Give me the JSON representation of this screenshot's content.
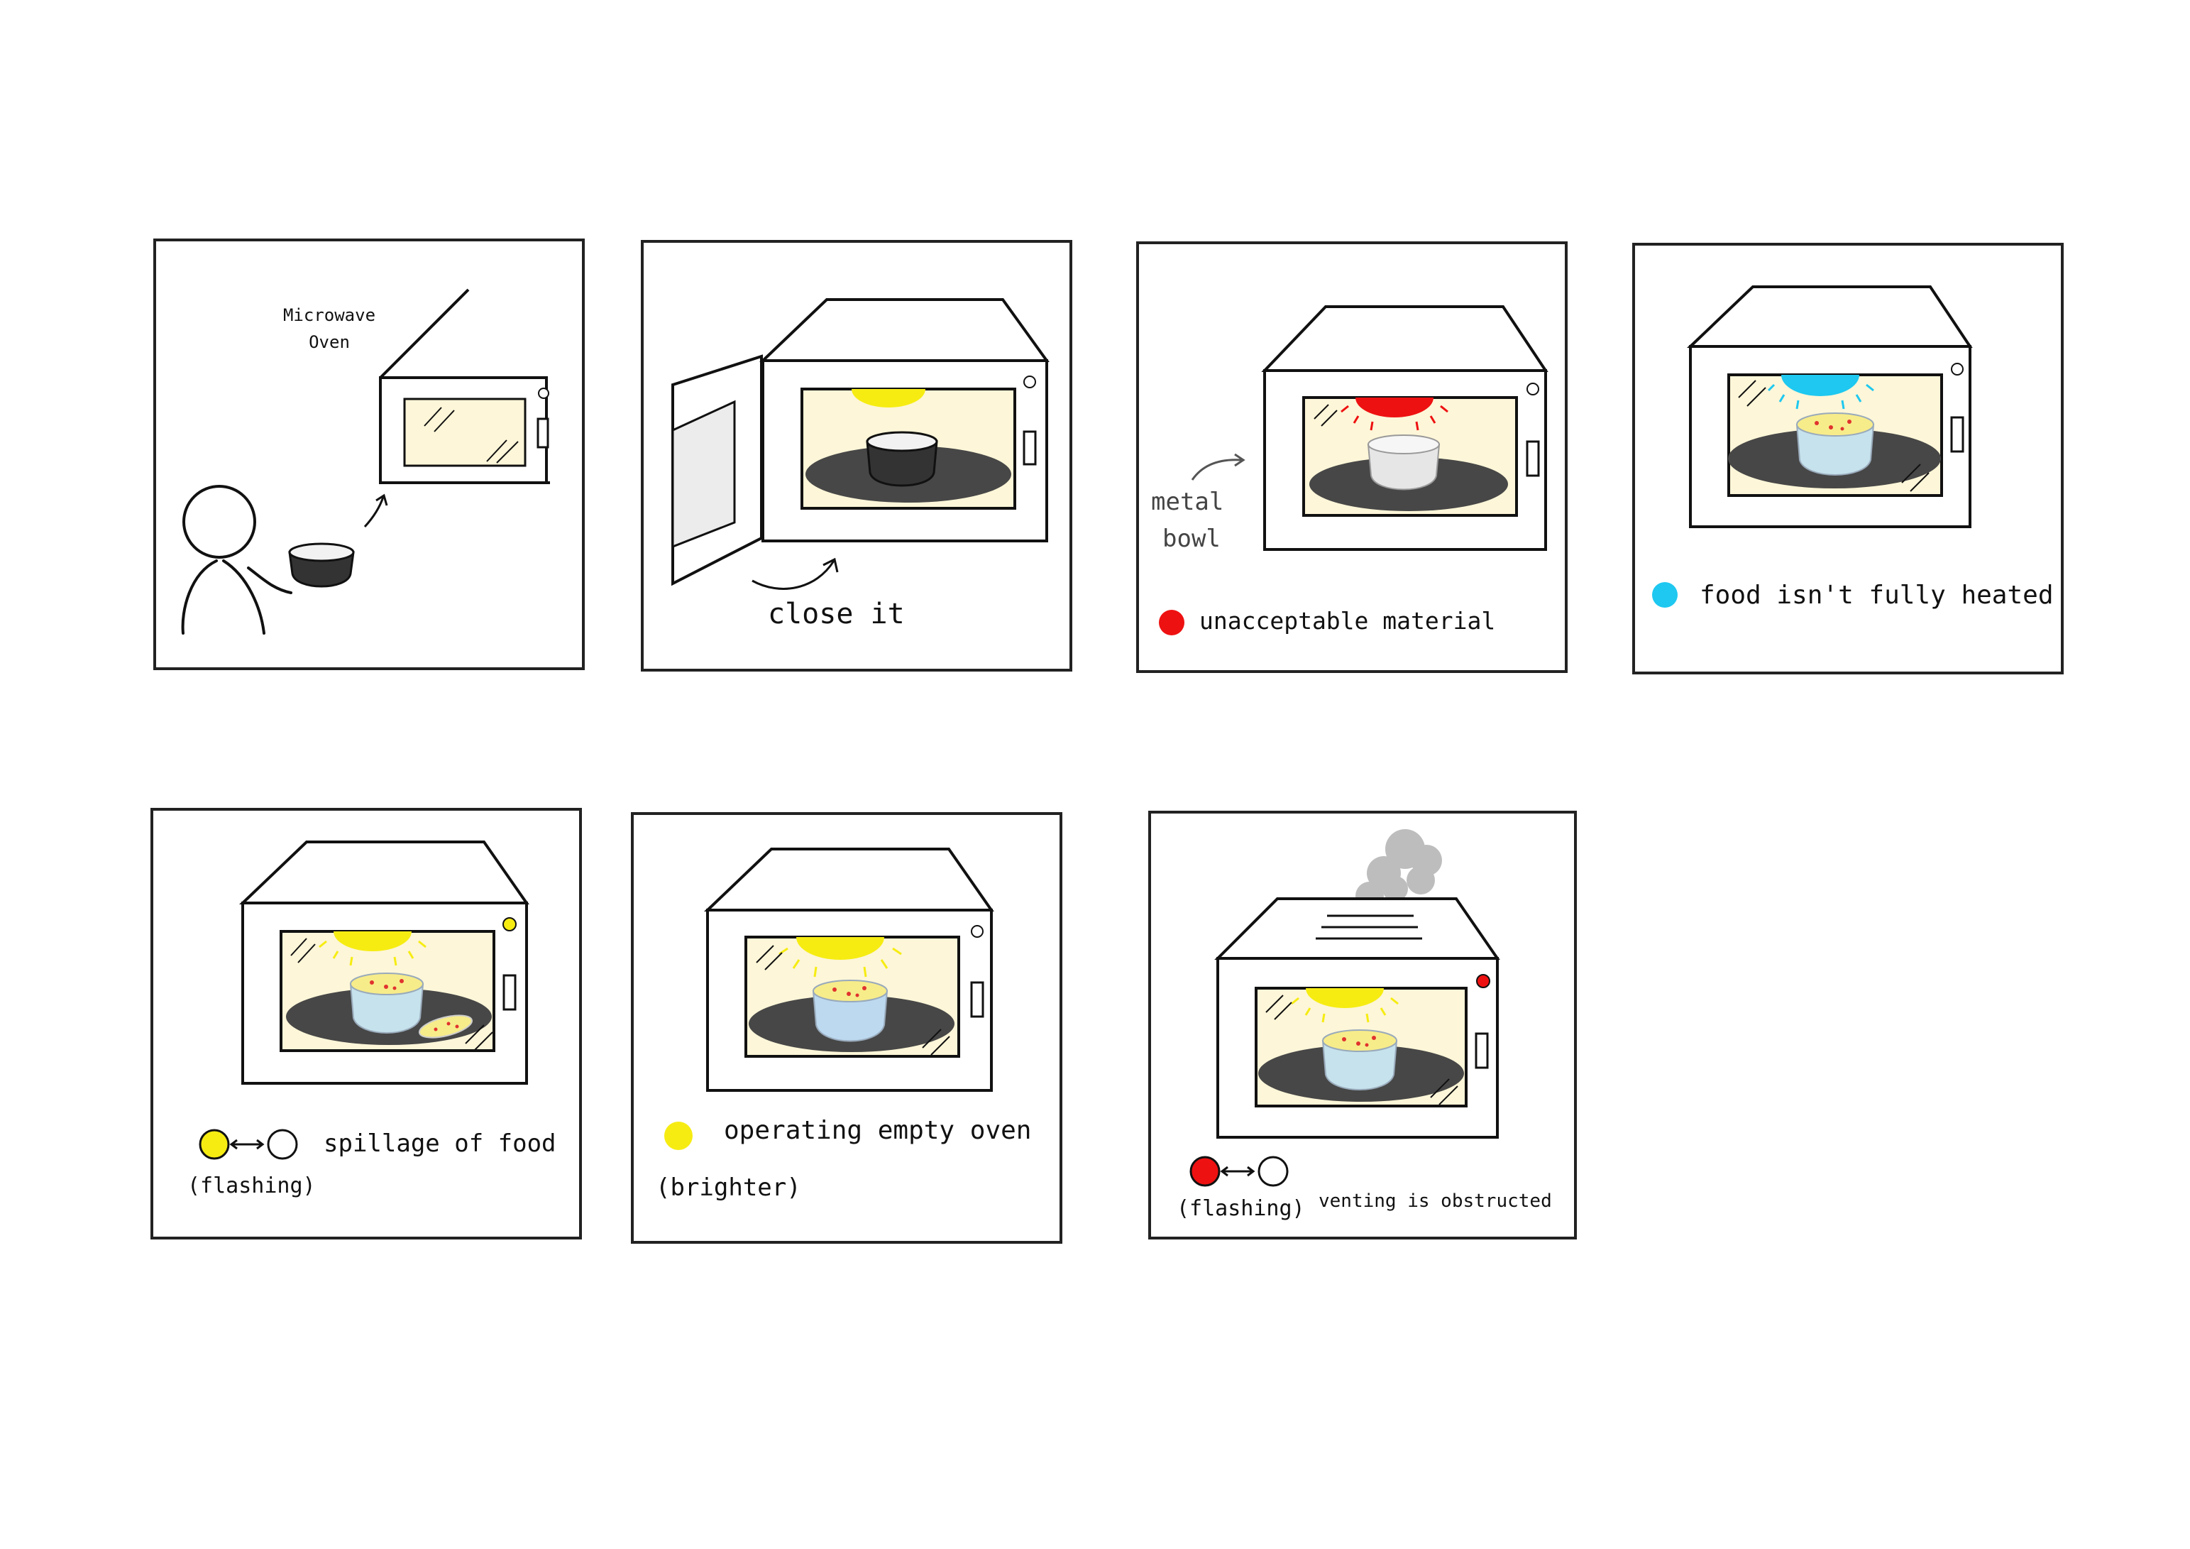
{
  "panels": [
    {
      "id": "intro",
      "oven_label_line1": "Microwave",
      "oven_label_line2": "Oven"
    },
    {
      "id": "close",
      "caption": "close it"
    },
    {
      "id": "metal",
      "note_line1": "metal",
      "note_line2": "bowl",
      "caption": "unacceptable material",
      "light_color": "#ee1111"
    },
    {
      "id": "unheated",
      "caption": "food isn't fully heated",
      "light_color": "#1ec8f0"
    },
    {
      "id": "spillage",
      "caption": "spillage of food",
      "sub": "(flashing)",
      "light_color": "#f6ec12"
    },
    {
      "id": "empty",
      "caption": "operating empty oven",
      "sub": "(brighter)",
      "light_color": "#f6ec12"
    },
    {
      "id": "venting",
      "caption": "venting is obstructed",
      "sub": "(flashing)",
      "light_color": "#ee1111"
    }
  ],
  "colors": {
    "yellow": "#f6ec12",
    "red": "#ee1111",
    "cyan": "#1ec8f0",
    "window": "#fdf6d8",
    "tray": "#474747",
    "glass": "#c6e2ec",
    "bowl_dark": "#333333",
    "bowl_light": "#e6e6e6",
    "smoke": "#bdbdbd"
  }
}
